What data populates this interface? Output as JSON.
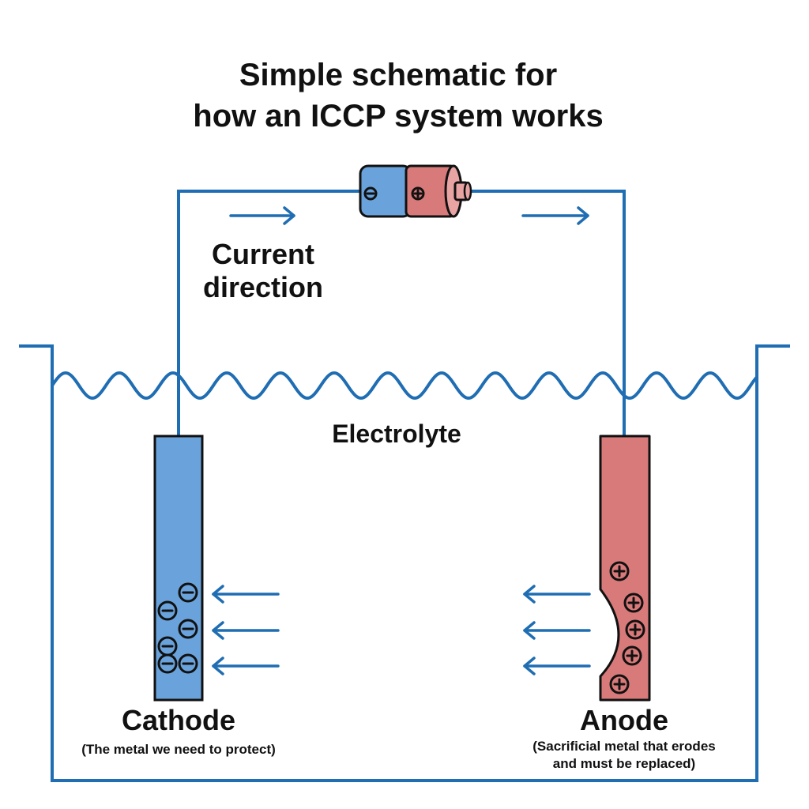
{
  "title": {
    "line1": "Simple schematic for",
    "line2": "how an ICCP system works"
  },
  "current_direction": {
    "line1": "Current",
    "line2": "direction"
  },
  "electrolyte_label": "Electrolyte",
  "cathode": {
    "label": "Cathode",
    "caption": "(The metal we need to protect)",
    "color": "#6aa3dc",
    "electron_count": 6
  },
  "anode": {
    "label": "Anode",
    "caption_line1": "(Sacrificial metal that erodes",
    "caption_line2": "and must be replaced)",
    "color": "#d97a7a",
    "ion_count": 5
  },
  "battery": {
    "negative_color": "#6aa3dc",
    "positive_color": "#d97a7a",
    "terminal_color": "#e8a3a3"
  },
  "colors": {
    "wire": "#1f6db3",
    "outline": "#111111"
  },
  "icons": [
    "minus-sign-icon",
    "plus-sign-icon",
    "arrow-right-icon",
    "arrow-left-icon",
    "battery-icon"
  ]
}
